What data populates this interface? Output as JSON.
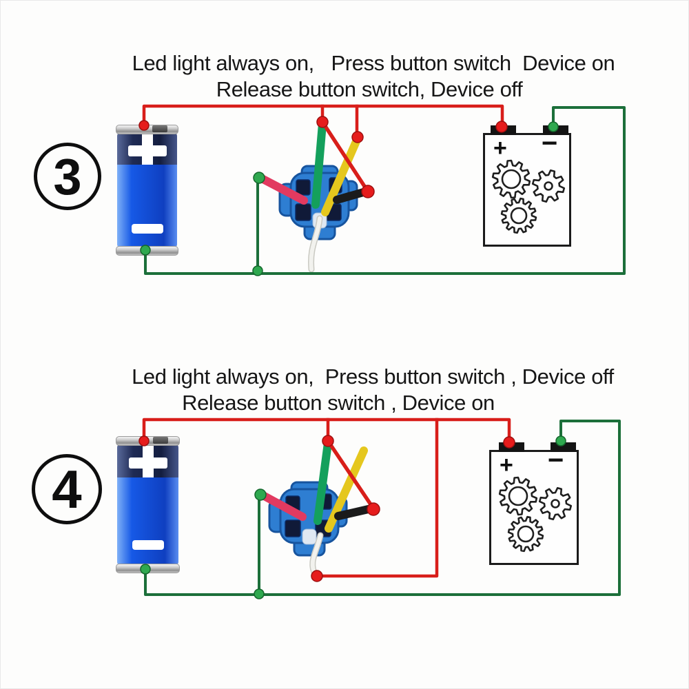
{
  "colors": {
    "wire_red": "#d81e1a",
    "dot_red": "#e61c1c",
    "wire_green": "#1c6f3a",
    "dot_green": "#2fa84f",
    "wire_teal": "#14a05c",
    "wire_yellow": "#e5c71e",
    "wire_pink": "#e23a60",
    "wire_black": "#1b1b1b",
    "wire_white": "#f2f2ee",
    "connector_blue": "#2e7ed2",
    "battery_blue": "#1659e6",
    "battery_dark_top": "#1f2b55",
    "text_color": "#161616"
  },
  "circuits": [
    {
      "number": "3",
      "caption_line1": "Led light always on,   Press button switch  Device on",
      "caption_line2": "Release button switch, Device off",
      "battery": {
        "positive_label": "+",
        "negative_label": "−"
      },
      "device": {
        "positive_label": "+",
        "negative_label": "−"
      }
    },
    {
      "number": "4",
      "caption_line1": "Led light always on,  Press button switch , Device off",
      "caption_line2": "Release button switch , Device on",
      "battery": {
        "positive_label": "+",
        "negative_label": "−"
      },
      "device": {
        "positive_label": "+",
        "negative_label": "−"
      }
    }
  ]
}
